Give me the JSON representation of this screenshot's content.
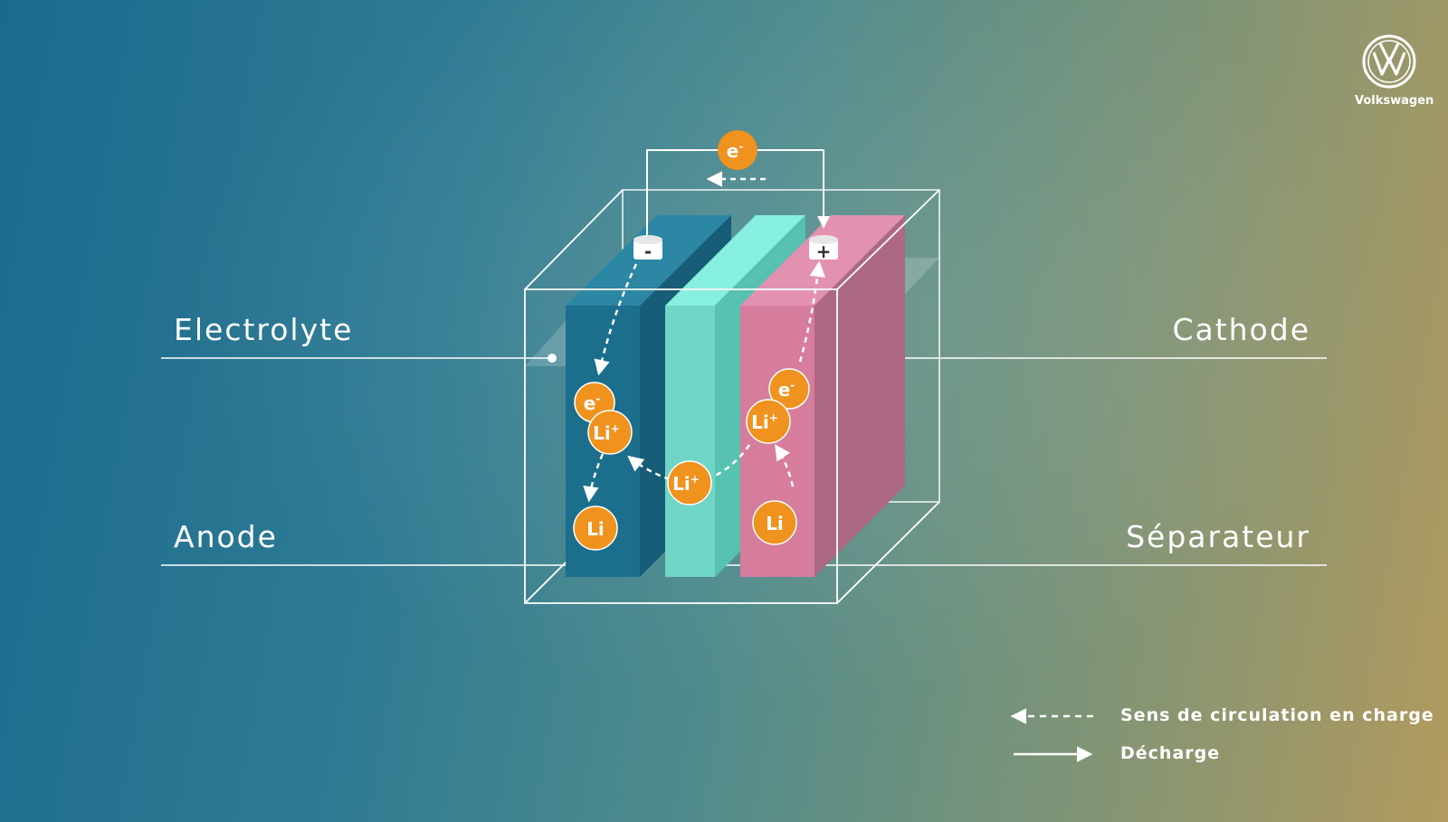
{
  "brand": {
    "name": "Volkswagen"
  },
  "labels": {
    "electrolyte": "Electrolyte",
    "cathode": "Cathode",
    "anode": "Anode",
    "separator": "Séparateur"
  },
  "terminals": {
    "negative": "-",
    "positive": "+"
  },
  "particles": {
    "electron": "e",
    "electron_sup": "-",
    "lithium_ion": "Li",
    "lithium_ion_sup": "+",
    "lithium": "Li"
  },
  "legend": {
    "charge": "Sens de circulation en charge",
    "discharge": "Décharge"
  },
  "colors": {
    "anode": "#1a6e8c",
    "separator": "#6fd8c8",
    "cathode": "#d97a9c",
    "particle": "#f0921e"
  }
}
